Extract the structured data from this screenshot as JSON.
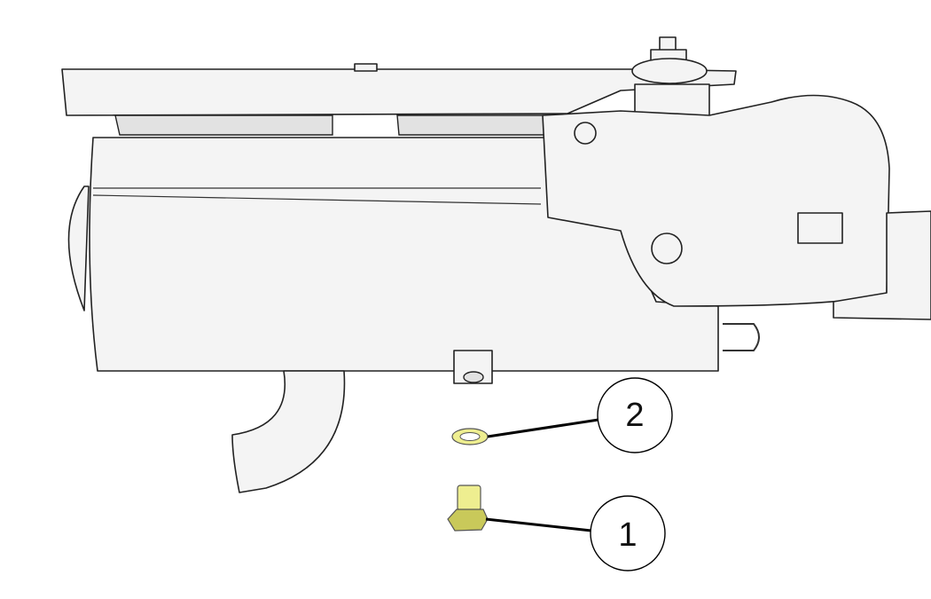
{
  "diagram": {
    "callouts": [
      {
        "id": "1",
        "label": "1",
        "part": "hex-bolt"
      },
      {
        "id": "2",
        "label": "2",
        "part": "washer"
      }
    ],
    "colors": {
      "highlight_part": "#eeee90",
      "highlight_part_shadow": "#c9c95a",
      "line": "#000000",
      "body": "#f4f4f4"
    }
  }
}
